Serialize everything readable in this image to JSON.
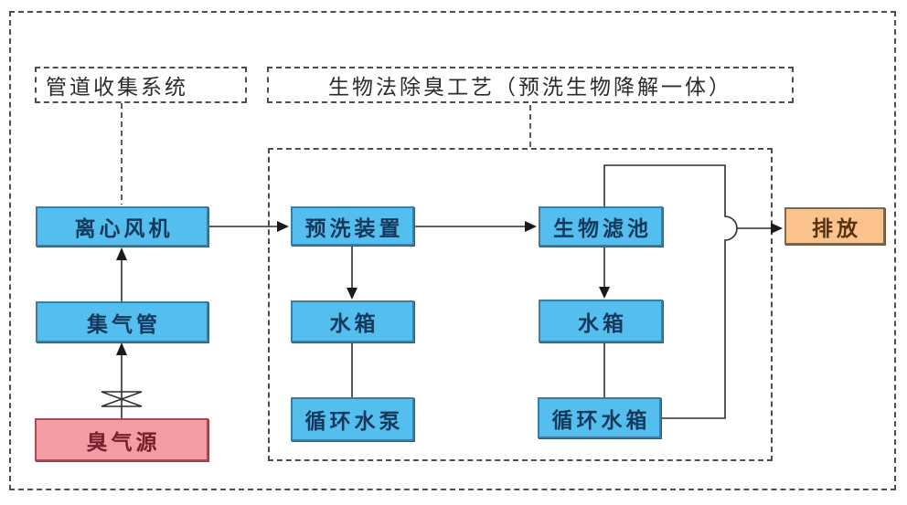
{
  "diagram": {
    "section_labels": {
      "pipe_collection": "管道收集系统",
      "bio_process": "生物法除臭工艺（预洗生物降解一体）"
    },
    "nodes": {
      "centrifugal_fan": "离心风机",
      "gas_manifold": "集气管",
      "odor_source": "臭气源",
      "prewash_unit": "预洗装置",
      "water_tank_mid": "水箱",
      "circulating_pump": "循环水泵",
      "biofilter": "生物滤池",
      "water_tank_right": "水箱",
      "circulating_water_tank": "循环水箱",
      "discharge": "排放"
    },
    "icons": {
      "valve": "valve-icon",
      "line_hop": "line-hop-semicircle"
    },
    "colors": {
      "process_box_fill": "#54bfef",
      "process_box_border": "#3e7ca6",
      "source_box_fill": "#f29da5",
      "source_box_border": "#aa4a55",
      "discharge_box_fill": "#fbc28e",
      "discharge_box_border": "#7d6847",
      "connector_line": "#2f2f2f",
      "dashed_border": "#4d4d4d"
    }
  }
}
